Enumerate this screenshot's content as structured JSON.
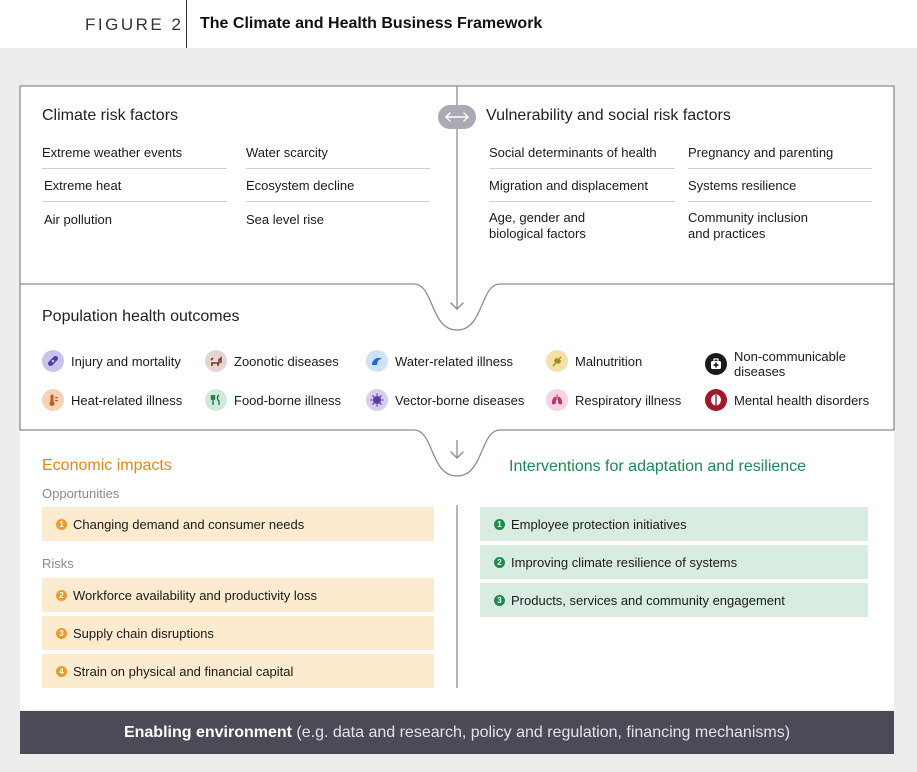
{
  "figure": {
    "label": "FIGURE 2",
    "title": "The Climate and Health Business Framework"
  },
  "climate": {
    "heading": "Climate risk factors",
    "left": [
      "Extreme weather events",
      "Extreme heat",
      "Air pollution"
    ],
    "right": [
      "Water scarcity",
      "Ecosystem decline",
      "Sea level rise"
    ]
  },
  "vulnerability": {
    "heading": "Vulnerability and social risk factors",
    "left": [
      "Social determinants of health",
      "Migration and displacement",
      "Age, gender and\nbiological factors"
    ],
    "right": [
      "Pregnancy and parenting",
      "Systems resilience",
      "Community inclusion\nand practices"
    ]
  },
  "outcomes": {
    "heading": "Population health outcomes",
    "row1": [
      {
        "label": "Injury and mortality",
        "icon": "bandage-icon",
        "color": "#c9c2ea"
      },
      {
        "label": "Zoonotic diseases",
        "icon": "animal-icon",
        "color": "#e4d5d2"
      },
      {
        "label": "Water-related illness",
        "icon": "wave-icon",
        "color": "#cfe2f5"
      },
      {
        "label": "Malnutrition",
        "icon": "wheat-icon",
        "color": "#f3e2a8"
      },
      {
        "label": "Non-communicable\ndiseases",
        "icon": "medical-bag-icon",
        "color": "#1a1a1a"
      }
    ],
    "row2": [
      {
        "label": "Heat-related illness",
        "icon": "thermometer-icon",
        "color": "#f6d3b5"
      },
      {
        "label": "Food-borne illness",
        "icon": "utensils-icon",
        "color": "#cfe9dc"
      },
      {
        "label": "Vector-borne diseases",
        "icon": "virus-icon",
        "color": "#d9cdef"
      },
      {
        "label": "Respiratory illness",
        "icon": "lungs-icon",
        "color": "#f6d3e3"
      },
      {
        "label": "Mental health disorders",
        "icon": "brain-icon",
        "color": "#a3172b"
      }
    ]
  },
  "economic": {
    "heading": "Economic impacts",
    "opportunities_label": "Opportunities",
    "opportunities": [
      {
        "n": "1",
        "label": "Changing demand and consumer needs"
      }
    ],
    "risks_label": "Risks",
    "risks": [
      {
        "n": "2",
        "label": "Workforce availability and productivity loss"
      },
      {
        "n": "3",
        "label": "Supply chain disruptions"
      },
      {
        "n": "4",
        "label": "Strain on physical and financial capital"
      }
    ]
  },
  "interventions": {
    "heading": "Interventions for adaptation and resilience",
    "items": [
      {
        "n": "1",
        "label": "Employee protection initiatives"
      },
      {
        "n": "2",
        "label": "Improving climate resilience of systems"
      },
      {
        "n": "3",
        "label": "Products, services and community engagement"
      }
    ]
  },
  "footer": {
    "bold": "Enabling environment",
    "rest": " (e.g. data and research, policy and regulation, financing mechanisms)"
  },
  "colors": {
    "economic": "#e28a0c",
    "interventions": "#1a8a52",
    "footer_bg": "#4a4b57"
  }
}
